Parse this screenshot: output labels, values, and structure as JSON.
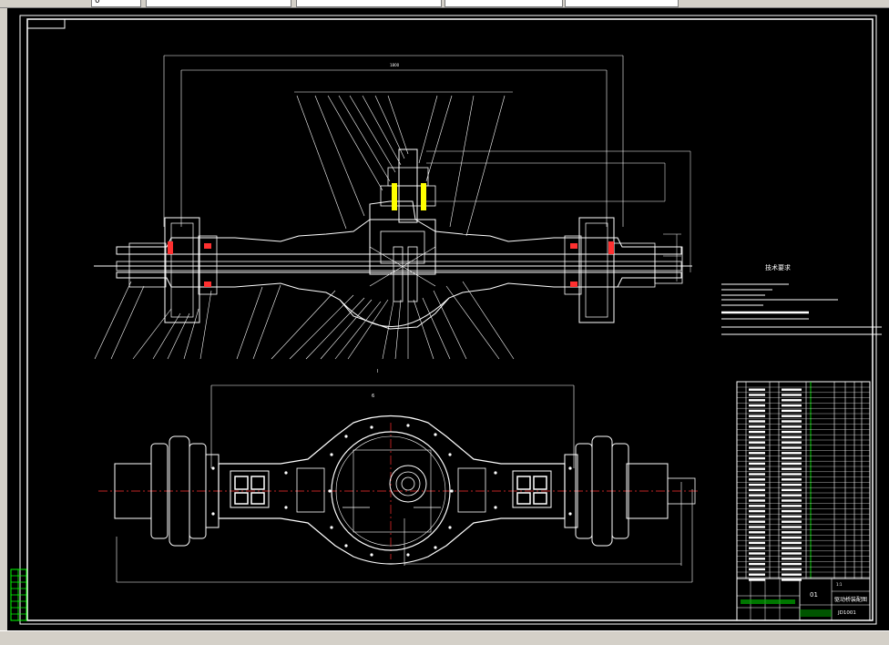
{
  "toolbar": {
    "layer_value": "0",
    "color_value": "",
    "linetype_value": "",
    "lineweight_value": ""
  },
  "drawing": {
    "section_view_label": "I",
    "tech_requirements_title": "技术要求",
    "plan_view_label": "6",
    "title_block_name": "驱动桥装配图",
    "title_block_code": "JD1001",
    "title_block_scale": "1:1",
    "sheet_mark": "01"
  },
  "colors": {
    "background": "#000000",
    "primary_lines": "#ffffff",
    "dimension_lines": "#ffff00",
    "centerlines": "#ff3030",
    "title_block_text": "#00ff00"
  }
}
